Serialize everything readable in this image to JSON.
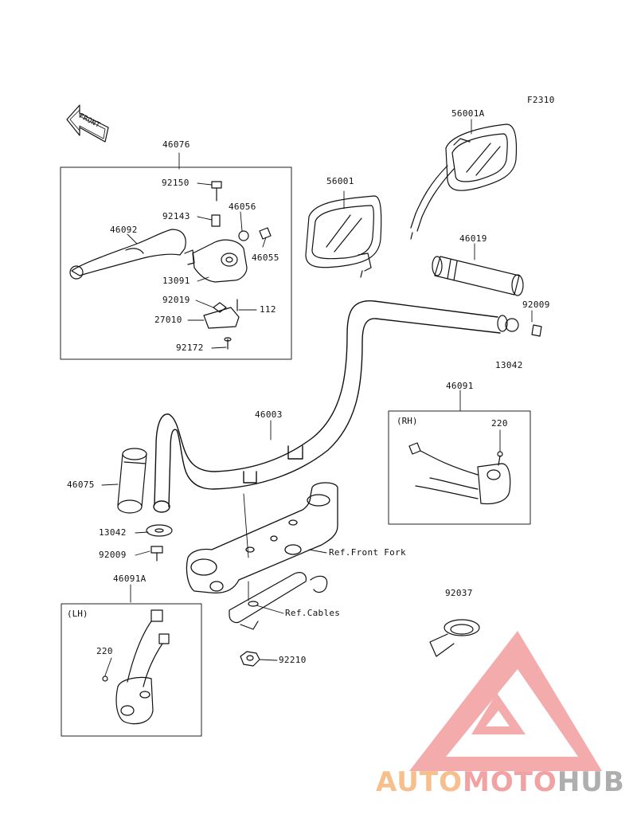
{
  "figure_code": "F2310",
  "front_arrow_label": "FRONT",
  "parts": {
    "p46076": "46076",
    "p92150": "92150",
    "p92143": "92143",
    "p46056": "46056",
    "p46092": "46092",
    "p46055": "46055",
    "p13091": "13091",
    "p92019": "92019",
    "p112": "112",
    "p27010": "27010",
    "p92172": "92172",
    "p56001": "56001",
    "p56001A": "56001A",
    "p46019": "46019",
    "p92009_right": "92009",
    "p13042_right": "13042",
    "p46091": "46091",
    "p220_right": "220",
    "p46003": "46003",
    "p46075": "46075",
    "p13042_left": "13042",
    "p92009_left": "92009",
    "p46091A": "46091A",
    "p220_left": "220",
    "p92037": "92037",
    "p92210": "92210"
  },
  "refs": {
    "front_fork": "Ref.Front Fork",
    "cables": "Ref.Cables"
  },
  "boxes": {
    "rh_tag": "(RH)",
    "lh_tag": "(LH)"
  },
  "watermark": {
    "part1": "AUTO",
    "part2": "MOTO",
    "part3": "HUB",
    "triangle_color": "#ef8f8f"
  }
}
